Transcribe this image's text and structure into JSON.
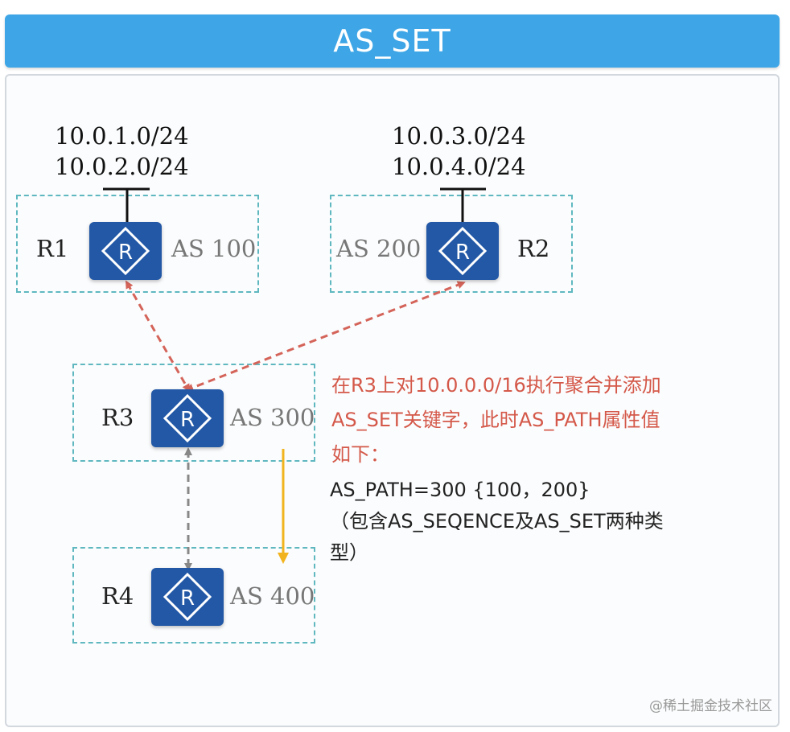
{
  "title": "AS_SET",
  "routers": [
    {
      "name": "R1",
      "as": "AS 100"
    },
    {
      "name": "R2",
      "as": "AS 200"
    },
    {
      "name": "R3",
      "as": "AS 300"
    },
    {
      "name": "R4",
      "as": "AS 400"
    }
  ],
  "prefixes": {
    "r1": [
      "10.0.1.0/24",
      "10.0.2.0/24"
    ],
    "r2": [
      "10.0.3.0/24",
      "10.0.4.0/24"
    ]
  },
  "router_icon_glyph": "R",
  "description": {
    "red_lines": [
      "在R3上对10.0.0.0/16执行聚合并添加",
      "AS_SET关键字，此时AS_PATH属性值",
      "如下："
    ],
    "black_lines": [
      "AS_PATH=300 {100，200}",
      "（包含AS_SEQENCE及AS_SET两种类",
      "型）"
    ]
  },
  "watermark": "@稀土掘金技术社区",
  "colors": {
    "title_bar": "#3ea6e6",
    "router": "#2258a6",
    "as_border": "#5fb8c0",
    "red_link": "#d4645a",
    "gray_link": "#888888",
    "arrow_yellow": "#f2b41e",
    "annotation_red": "#d4594a"
  }
}
